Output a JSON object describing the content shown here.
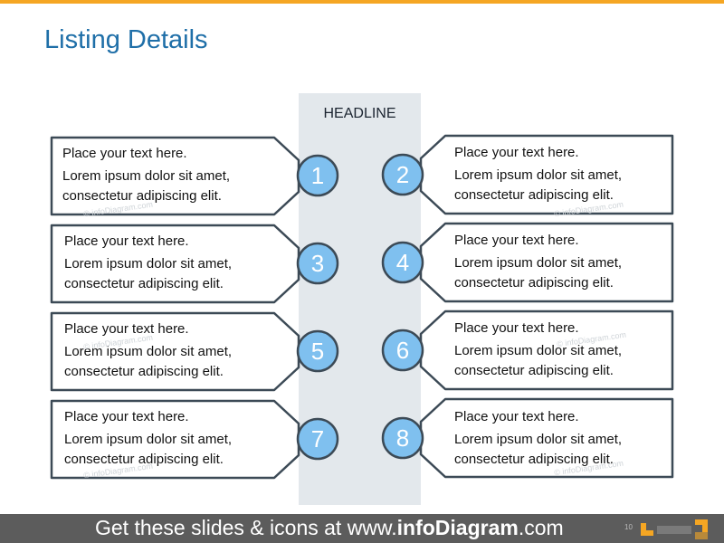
{
  "title": "Listing Details",
  "headline": "HEADLINE",
  "items": [
    {
      "num": "1",
      "line1": "Place your text here.",
      "line2": "Lorem ipsum dolor sit amet,",
      "line3": "consectetur adipiscing elit."
    },
    {
      "num": "2",
      "line1": "Place your text here.",
      "line2": "Lorem ipsum dolor sit amet,",
      "line3": "consectetur adipiscing elit."
    },
    {
      "num": "3",
      "line1": "Place your text here.",
      "line2": "Lorem ipsum dolor sit amet,",
      "line3": "consectetur adipiscing elit."
    },
    {
      "num": "4",
      "line1": "Place your text here.",
      "line2": "Lorem ipsum dolor sit amet,",
      "line3": "consectetur adipiscing elit."
    },
    {
      "num": "5",
      "line1": "Place your text here.",
      "line2": "Lorem ipsum dolor sit amet,",
      "line3": "consectetur adipiscing elit."
    },
    {
      "num": "6",
      "line1": "Place your text here.",
      "line2": "Lorem ipsum dolor sit amet,",
      "line3": "consectetur adipiscing elit."
    },
    {
      "num": "7",
      "line1": "Place your text here.",
      "line2": "Lorem ipsum dolor sit amet,",
      "line3": "consectetur adipiscing elit."
    },
    {
      "num": "8",
      "line1": "Place your text here.",
      "line2": "Lorem ipsum dolor sit amet,",
      "line3": "consectetur adipiscing elit."
    }
  ],
  "watermark": "© infoDiagram.com",
  "footer": {
    "prefix": "Get these slides & icons at www.",
    "brand": "infoDiagram",
    "suffix": ".com",
    "page_number": "10"
  },
  "colors": {
    "accent_orange": "#f5a623",
    "title_blue": "#1f6fa8",
    "circle_fill": "#7fc0ef",
    "circle_stroke": "#3c4a56",
    "box_stroke": "#3c4a56",
    "column_bg": "#e3e8ec",
    "footer_bg": "#5c5c5c"
  }
}
